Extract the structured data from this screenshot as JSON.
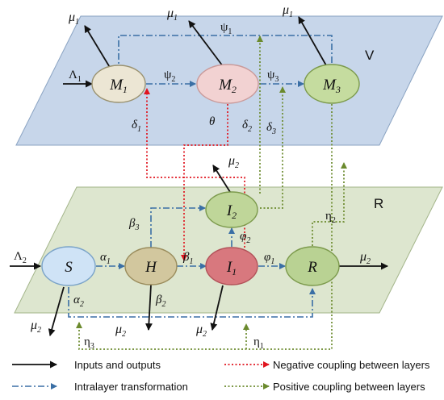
{
  "layers": {
    "v": {
      "label": "V",
      "color": "#c7d6ea"
    },
    "r": {
      "label": "R",
      "color": "#dde6cf"
    }
  },
  "nodes": {
    "m1": {
      "base": "M",
      "sub": "1",
      "fill": "#ece6d4"
    },
    "m2": {
      "base": "M",
      "sub": "2",
      "fill": "#f2d2d2"
    },
    "m3": {
      "base": "M",
      "sub": "3",
      "fill": "#c5dc9f"
    },
    "s": {
      "base": "S",
      "sub": "",
      "fill": "#cfe3f6"
    },
    "h": {
      "base": "H",
      "sub": "",
      "fill": "#d2c79e"
    },
    "i1": {
      "base": "I",
      "sub": "1",
      "fill": "#d8787e"
    },
    "i2": {
      "base": "I",
      "sub": "2",
      "fill": "#bfd699"
    },
    "r": {
      "base": "R",
      "sub": "",
      "fill": "#b9d293"
    }
  },
  "labels": {
    "mu1": {
      "base": "μ",
      "sub": "1"
    },
    "mu2": {
      "base": "μ",
      "sub": "2"
    },
    "lambda1": {
      "base": "Λ",
      "sub": "1"
    },
    "lambda2": {
      "base": "Λ",
      "sub": "2"
    },
    "psi1": {
      "base": "ψ",
      "sub": "1"
    },
    "psi2": {
      "base": "ψ",
      "sub": "2"
    },
    "psi3": {
      "base": "ψ",
      "sub": "3"
    },
    "delta1": {
      "base": "δ",
      "sub": "1"
    },
    "delta2": {
      "base": "δ",
      "sub": "2"
    },
    "delta3": {
      "base": "δ",
      "sub": "3"
    },
    "theta": {
      "base": "θ",
      "sub": ""
    },
    "alpha1": {
      "base": "α",
      "sub": "1"
    },
    "alpha2": {
      "base": "α",
      "sub": "2"
    },
    "beta1": {
      "base": "β",
      "sub": "1"
    },
    "beta2": {
      "base": "β",
      "sub": "2"
    },
    "beta3": {
      "base": "β",
      "sub": "3"
    },
    "phi1": {
      "base": "φ",
      "sub": "1"
    },
    "phi2": {
      "base": "φ",
      "sub": "2"
    },
    "eta1": {
      "base": "η",
      "sub": "1"
    },
    "eta2": {
      "base": "η",
      "sub": "2"
    },
    "eta3": {
      "base": "η",
      "sub": "3"
    }
  },
  "legend": {
    "inputs_outputs": "Inputs and outputs",
    "intralayer": "Intralayer transformation",
    "negative": "Negative coupling between layers",
    "positive": "Positive coupling between layers"
  },
  "colors": {
    "black_arrow": "#111111",
    "intralayer": "#3a6fa5",
    "negative": "#e0141e",
    "positive": "#6b8a2d"
  }
}
